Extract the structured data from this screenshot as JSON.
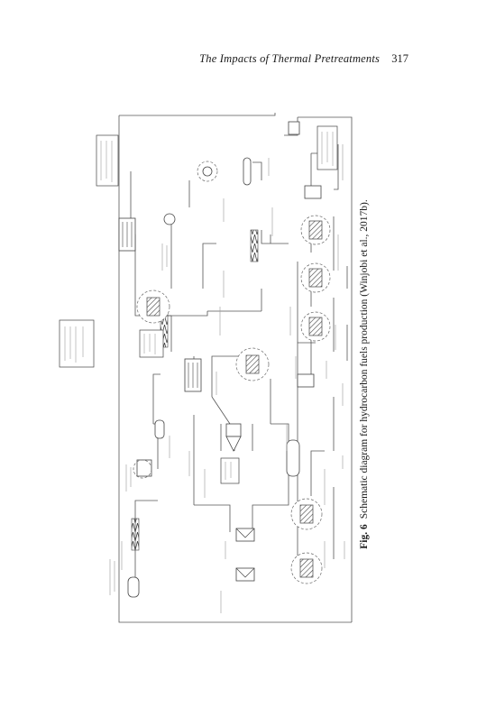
{
  "header": {
    "running_title": "The Impacts of Thermal Pretreatments",
    "page_number": "317"
  },
  "figure": {
    "label": "Fig. 6",
    "caption": "Schematic diagram for hydrocarbon fuels production (Winjobi et al., 2017b)."
  }
}
